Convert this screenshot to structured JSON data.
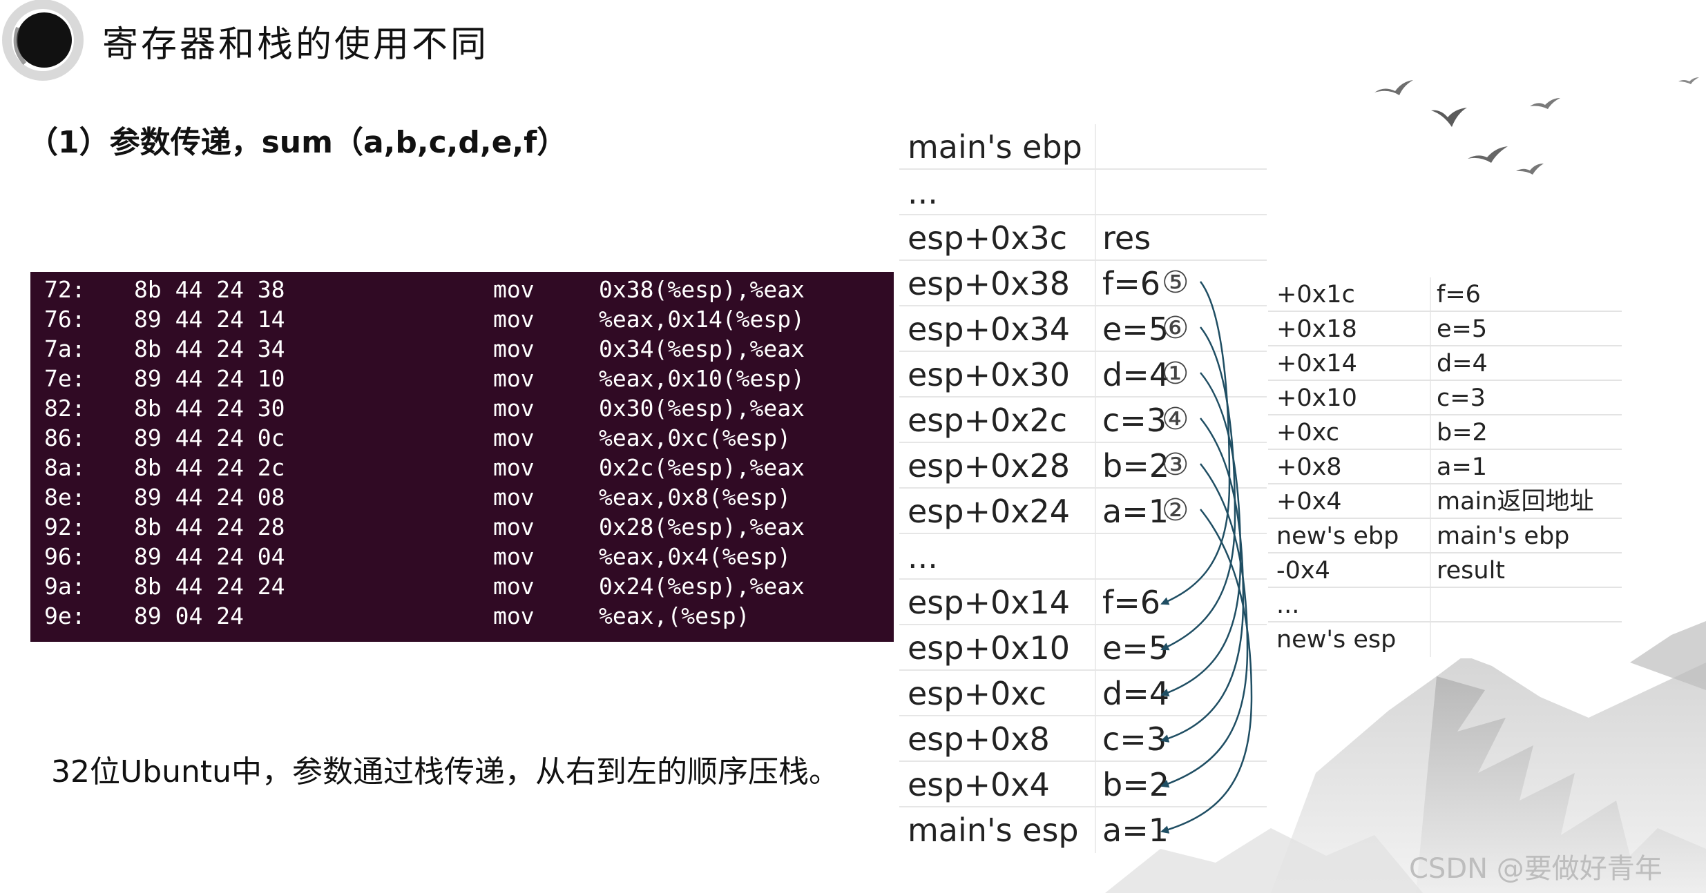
{
  "header": {
    "title": "寄存器和栈的使用不同",
    "subtitle": "（1）参数传递，sum（a,b,c,d,e,f）"
  },
  "terminal": {
    "rows": [
      {
        "addr": "72:",
        "bytes": "8b 44 24 38",
        "op": "mov",
        "args": "0x38(%esp),%eax"
      },
      {
        "addr": "76:",
        "bytes": "89 44 24 14",
        "op": "mov",
        "args": "%eax,0x14(%esp)"
      },
      {
        "addr": "7a:",
        "bytes": "8b 44 24 34",
        "op": "mov",
        "args": "0x34(%esp),%eax"
      },
      {
        "addr": "7e:",
        "bytes": "89 44 24 10",
        "op": "mov",
        "args": "%eax,0x10(%esp)"
      },
      {
        "addr": "82:",
        "bytes": "8b 44 24 30",
        "op": "mov",
        "args": "0x30(%esp),%eax"
      },
      {
        "addr": "86:",
        "bytes": "89 44 24 0c",
        "op": "mov",
        "args": "%eax,0xc(%esp)"
      },
      {
        "addr": "8a:",
        "bytes": "8b 44 24 2c",
        "op": "mov",
        "args": "0x2c(%esp),%eax"
      },
      {
        "addr": "8e:",
        "bytes": "89 44 24 08",
        "op": "mov",
        "args": "%eax,0x8(%esp)"
      },
      {
        "addr": "92:",
        "bytes": "8b 44 24 28",
        "op": "mov",
        "args": "0x28(%esp),%eax"
      },
      {
        "addr": "96:",
        "bytes": "89 44 24 04",
        "op": "mov",
        "args": "%eax,0x4(%esp)"
      },
      {
        "addr": "9a:",
        "bytes": "8b 44 24 24",
        "op": "mov",
        "args": "0x24(%esp),%eax"
      },
      {
        "addr": "9e:",
        "bytes": "89 04 24",
        "op": "mov",
        "args": "%eax,(%esp)"
      }
    ]
  },
  "note": "32位Ubuntu中，参数通过栈传递，从右到左的顺序压栈。",
  "stack": {
    "rows": [
      {
        "addr": "main's ebp",
        "value": ""
      },
      {
        "addr": "...",
        "value": ""
      },
      {
        "addr": "esp+0x3c",
        "value": "res"
      },
      {
        "addr": "esp+0x38",
        "value": "f=6",
        "order": "⑤"
      },
      {
        "addr": "esp+0x34",
        "value": "e=5",
        "order": "⑥"
      },
      {
        "addr": "esp+0x30",
        "value": "d=4",
        "order": "①"
      },
      {
        "addr": "esp+0x2c",
        "value": "c=3",
        "order": "④"
      },
      {
        "addr": "esp+0x28",
        "value": "b=2",
        "order": "③"
      },
      {
        "addr": "esp+0x24",
        "value": "a=1",
        "order": "②"
      },
      {
        "addr": "...",
        "value": ""
      },
      {
        "addr": "esp+0x14",
        "value": "f=6"
      },
      {
        "addr": "esp+0x10",
        "value": "e=5"
      },
      {
        "addr": "esp+0xc",
        "value": "d=4"
      },
      {
        "addr": "esp+0x8",
        "value": "c=3"
      },
      {
        "addr": "esp+0x4",
        "value": "b=2"
      },
      {
        "addr": "main's esp",
        "value": "a=1"
      }
    ]
  },
  "frame": {
    "rows": [
      {
        "offset": "+0x1c",
        "value": "f=6"
      },
      {
        "offset": "+0x18",
        "value": "e=5"
      },
      {
        "offset": "+0x14",
        "value": "d=4"
      },
      {
        "offset": "+0x10",
        "value": "c=3"
      },
      {
        "offset": "+0xc",
        "value": "b=2"
      },
      {
        "offset": "+0x8",
        "value": "a=1"
      },
      {
        "offset": "+0x4",
        "value": "main返回地址"
      },
      {
        "offset": "new's ebp",
        "value": "main's ebp"
      },
      {
        "offset": "-0x4",
        "value": "result"
      },
      {
        "offset": "...",
        "value": ""
      },
      {
        "offset": "new's esp",
        "value": ""
      }
    ]
  },
  "watermark": "CSDN @要做好青年",
  "colors": {
    "terminal_bg": "#300a24",
    "terminal_text": "#ffffff",
    "arrow": "#1f4e63"
  }
}
